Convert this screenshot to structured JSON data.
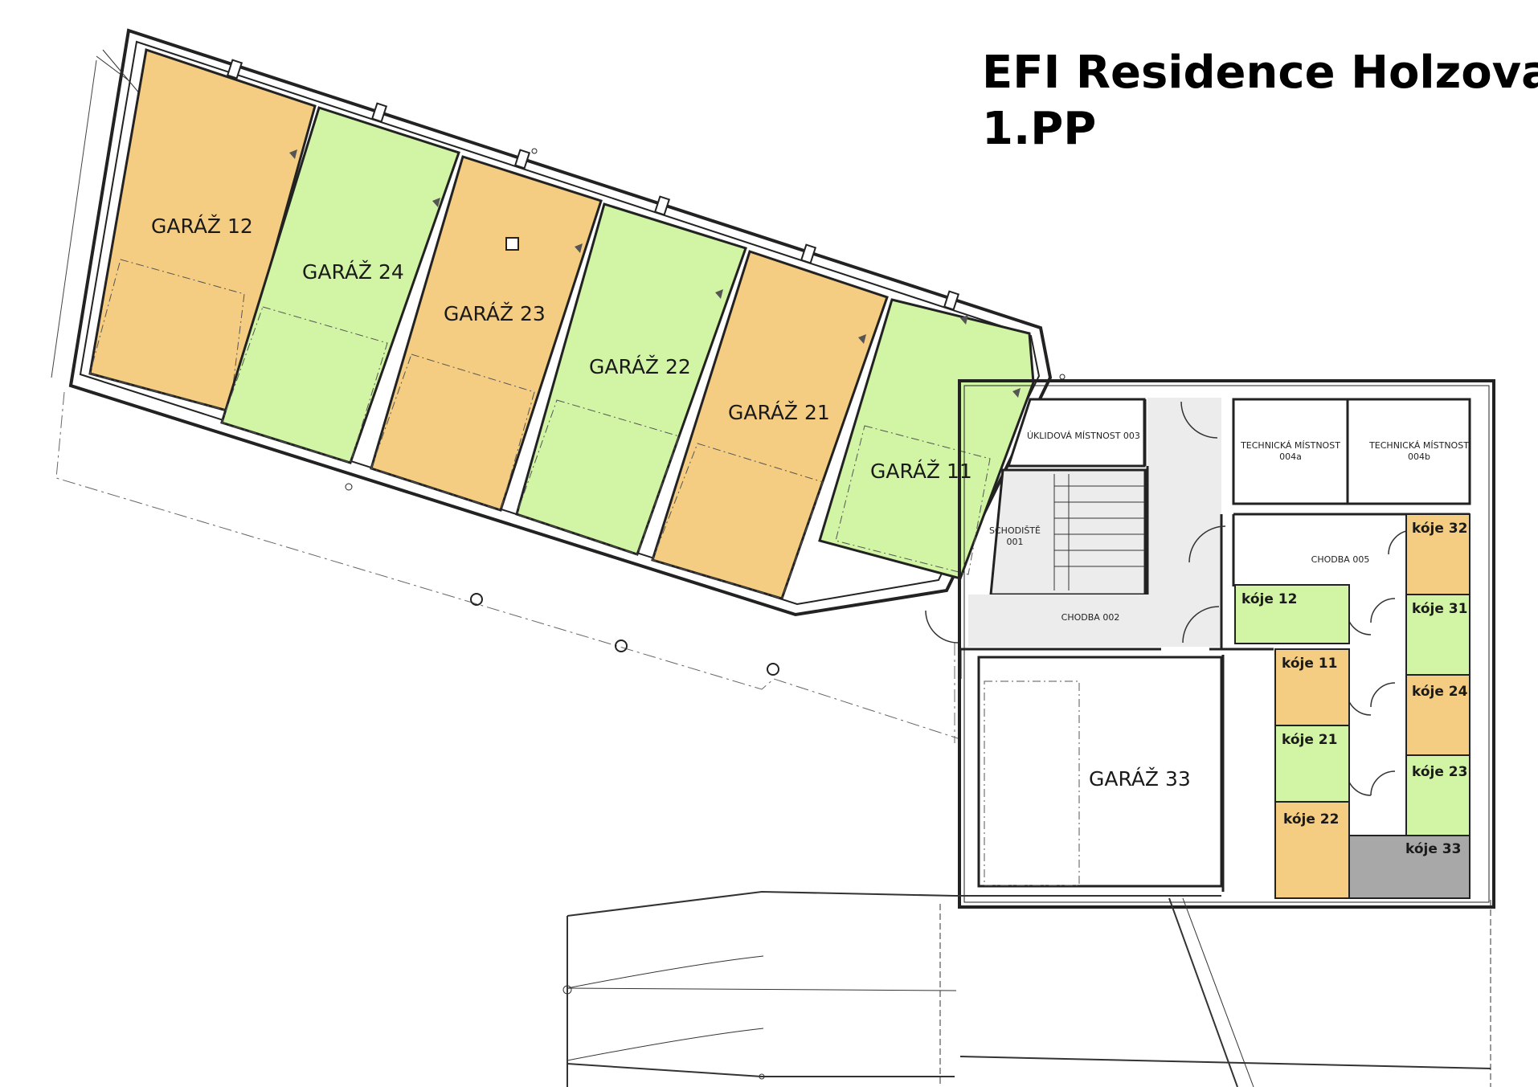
{
  "title": {
    "line1": "EFI Residence Holzova",
    "line2": "1.PP"
  },
  "garages": {
    "g12": "GARÁŽ 12",
    "g24": "GARÁŽ 24",
    "g23": "GARÁŽ 23",
    "g22": "GARÁŽ 22",
    "g21": "GARÁŽ 21",
    "g11": "GARÁŽ 11",
    "g33": "GARÁŽ  33"
  },
  "rooms": {
    "uklidova": "ÚKLIDOVÁ MÍSTNOST 003",
    "tech_a_name": "TECHNICKÁ MÍSTNOST",
    "tech_a_num": "004a",
    "tech_b_name": "TECHNICKÁ MÍSTNOST",
    "tech_b_num": "004b",
    "schodiste_name": "SCHODIŠTĚ",
    "schodiste_num": "001",
    "chodba_002": "CHODBA 002",
    "chodba_005": "CHODBA 005"
  },
  "storage": {
    "k12": "kóje 12",
    "k11": "kóje 11",
    "k21": "kóje 21",
    "k22": "kóje 22",
    "k32": "kóje 32",
    "k31": "kóje 31",
    "k24": "kóje 24",
    "k23": "kóje 23",
    "k33": "kóje 33"
  },
  "colors": {
    "orange": "#f5cd82",
    "green": "#d2f5a5",
    "gray": "#a8a8a8",
    "corridor": "#ececec",
    "wall": "#222222"
  }
}
